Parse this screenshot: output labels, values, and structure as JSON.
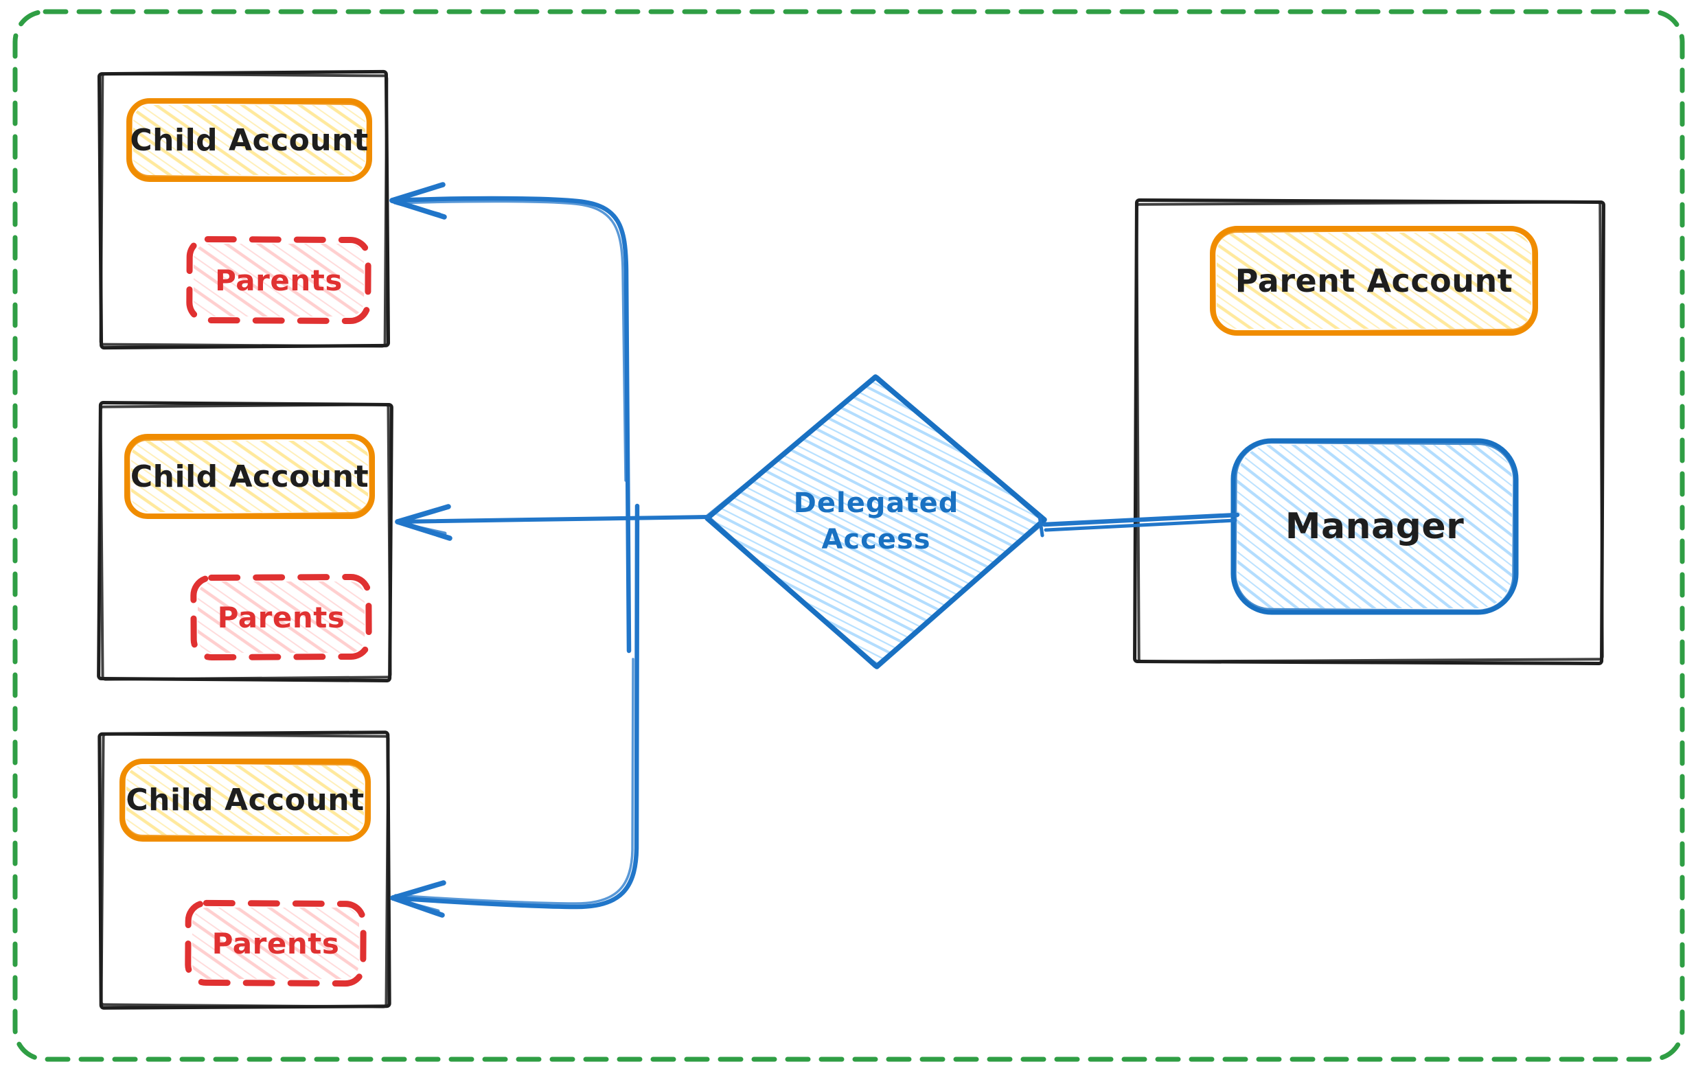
{
  "canvas": {
    "border_color": "#2f9e44"
  },
  "nodes": {
    "child_accounts": [
      {
        "label": "Child Account",
        "badge": "Parents"
      },
      {
        "label": "Child Account",
        "badge": "Parents"
      },
      {
        "label": "Child Account",
        "badge": "Parents"
      }
    ],
    "decision": {
      "line1": "Delegated",
      "line2": "Access"
    },
    "parent_box": {
      "label": "Parent Account",
      "manager_label": "Manager"
    }
  },
  "colors": {
    "black_stroke": "#1e1e1e",
    "orange_stroke": "#f08c00",
    "yellow_hatch": "#ffd43b",
    "red_stroke": "#e03131",
    "pink_hatch": "#ffa8a8",
    "blue_stroke": "#1971c2",
    "light_blue_hatch": "#74c0fc",
    "arrow_blue": "#2176c9",
    "green_border": "#2f9e44"
  }
}
